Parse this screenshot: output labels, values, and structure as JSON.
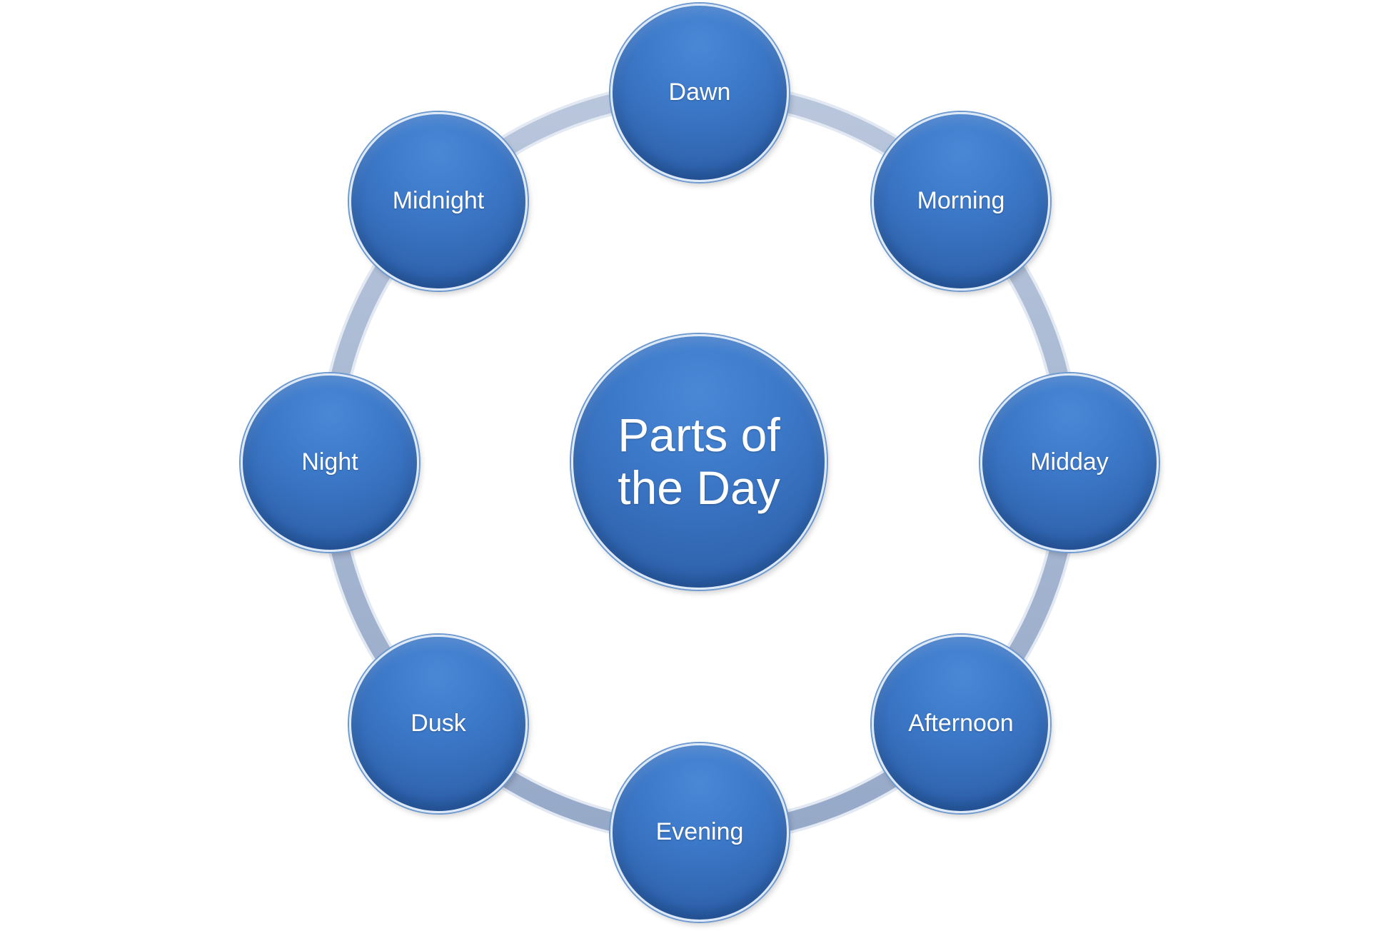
{
  "diagram": {
    "center": {
      "label": "Parts of the Day"
    },
    "cycle_items": [
      {
        "label": "Dawn"
      },
      {
        "label": "Morning"
      },
      {
        "label": "Midday"
      },
      {
        "label": "Afternoon"
      },
      {
        "label": "Evening"
      },
      {
        "label": "Dusk"
      },
      {
        "label": "Night"
      },
      {
        "label": "Midnight"
      }
    ],
    "colors": {
      "node_fill": "#3b74c1",
      "node_border": "#dde9f7",
      "ring": "#a3b3cf",
      "background": "#ffffff"
    }
  }
}
